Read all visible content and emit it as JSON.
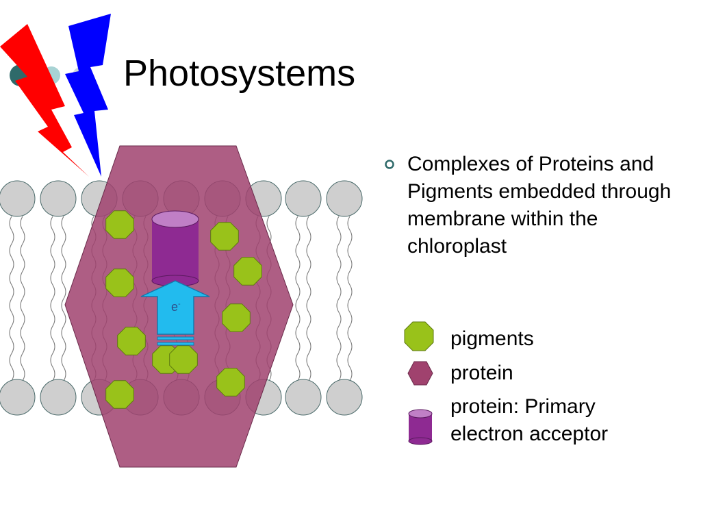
{
  "slide": {
    "title": "Photosystems",
    "bullet": "Complexes of Proteins and Pigments embedded through membrane within the chloroplast",
    "electron_label": "e",
    "electron_charge": "-"
  },
  "legend": {
    "items": [
      {
        "label": "pigments",
        "icon": "green-octagon-icon"
      },
      {
        "label": "protein",
        "icon": "purple-hexagon-icon"
      },
      {
        "label": "protein: Primary",
        "label_line2": "electron acceptor",
        "icon": "purple-cylinder-icon"
      }
    ]
  },
  "colors": {
    "lightning_red": "#ff0000",
    "lightning_blue": "#0000ff",
    "protein": "#a0426e",
    "pigment": "#99c21a",
    "acceptor": "#8e2a92",
    "arrow": "#22bbee",
    "lipid_head": "#cfcfcf",
    "bullet_dark": "#2f6a6a",
    "bullet_light": "#a8d3d4"
  }
}
